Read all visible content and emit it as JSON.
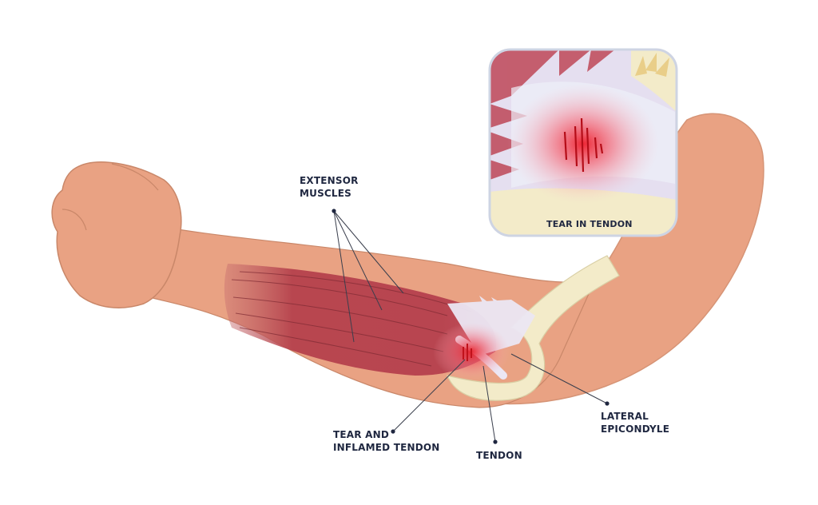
{
  "labels": {
    "extensor_muscles": "EXTENSOR\nMUSCLES",
    "tear_and_inflamed_tendon": "TEAR AND\nINFLAMED TENDON",
    "tendon": "TENDON",
    "lateral_epicondyle": "LATERAL\nEPICONDYLE",
    "inset_caption": "TEAR IN TENDON"
  },
  "colors": {
    "skin": "#e9a283",
    "skin_edge": "#c98769",
    "muscle": "#b8464f",
    "bone": "#f3ebc9",
    "tendon": "#ece7f4",
    "inflammation": "#e8202a",
    "label_text": "#1f2740"
  }
}
